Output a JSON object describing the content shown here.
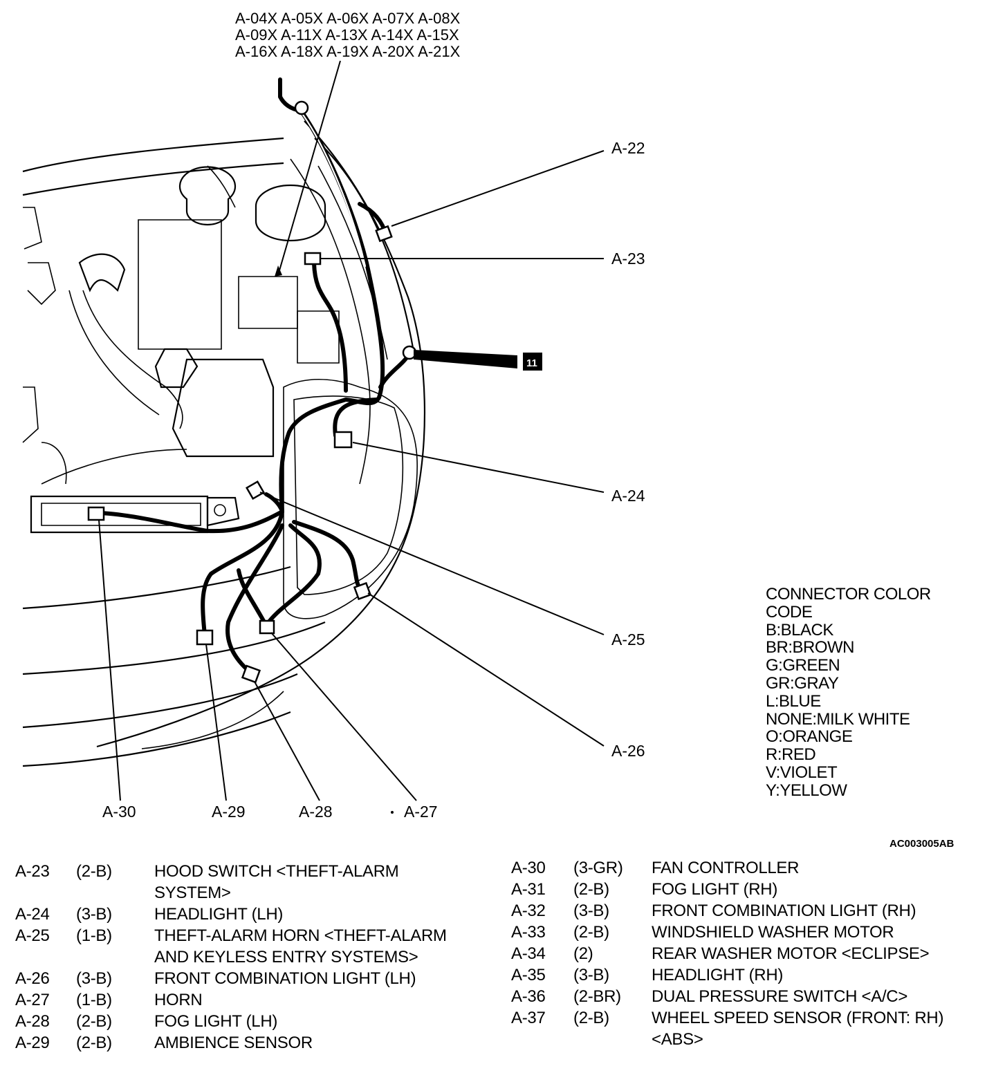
{
  "diagram": {
    "top_connectors": [
      "A-04X A-05X A-06X A-07X A-08X",
      "A-09X A-11X A-13X A-14X A-15X",
      "A-16X A-18X A-19X A-20X A-21X"
    ],
    "callouts": {
      "a22": "A-22",
      "a23": "A-23",
      "a24": "A-24",
      "a25": "A-25",
      "a26": "A-26",
      "a27": "A-27",
      "a28": "A-28",
      "a29": "A-29",
      "a30": "A-30",
      "ground_tag": "11"
    },
    "illustration_code": "AC003005AB"
  },
  "legend": {
    "title_line1": "CONNECTOR COLOR",
    "title_line2": "CODE",
    "entries": [
      "B:BLACK",
      "BR:BROWN",
      "G:GREEN",
      "GR:GRAY",
      "L:BLUE",
      "NONE:MILK WHITE",
      "O:ORANGE",
      "R:RED",
      "V:VIOLET",
      "Y:YELLOW"
    ]
  },
  "connector_table_left": [
    {
      "id": "A-23",
      "code": "(2-B)",
      "desc": "HOOD SWITCH <THEFT-ALARM SYSTEM>"
    },
    {
      "id": "A-24",
      "code": "(3-B)",
      "desc": "HEADLIGHT (LH)"
    },
    {
      "id": "A-25",
      "code": "(1-B)",
      "desc": "THEFT-ALARM HORN <THEFT-ALARM AND KEYLESS ENTRY SYSTEMS>"
    },
    {
      "id": "A-26",
      "code": "(3-B)",
      "desc": "FRONT COMBINATION LIGHT (LH)"
    },
    {
      "id": "A-27",
      "code": "(1-B)",
      "desc": "HORN"
    },
    {
      "id": "A-28",
      "code": "(2-B)",
      "desc": "FOG LIGHT (LH)"
    },
    {
      "id": "A-29",
      "code": "(2-B)",
      "desc": "AMBIENCE SENSOR"
    }
  ],
  "connector_table_right": [
    {
      "id": "A-30",
      "code": "(3-GR)",
      "desc": "FAN CONTROLLER"
    },
    {
      "id": "A-31",
      "code": "(2-B)",
      "desc": "FOG LIGHT (RH)"
    },
    {
      "id": "A-32",
      "code": "(3-B)",
      "desc": "FRONT COMBINATION LIGHT (RH)"
    },
    {
      "id": "A-33",
      "code": "(2-B)",
      "desc": "WINDSHIELD WASHER MOTOR"
    },
    {
      "id": "A-34",
      "code": "(2)",
      "desc": "REAR WASHER MOTOR <ECLIPSE>"
    },
    {
      "id": "A-35",
      "code": "(3-B)",
      "desc": "HEADLIGHT (RH)"
    },
    {
      "id": "A-36",
      "code": "(2-BR)",
      "desc": "DUAL PRESSURE SWITCH <A/C>"
    },
    {
      "id": "A-37",
      "code": "(2-B)",
      "desc": "WHEEL SPEED SENSOR (FRONT: RH) <ABS>"
    }
  ]
}
